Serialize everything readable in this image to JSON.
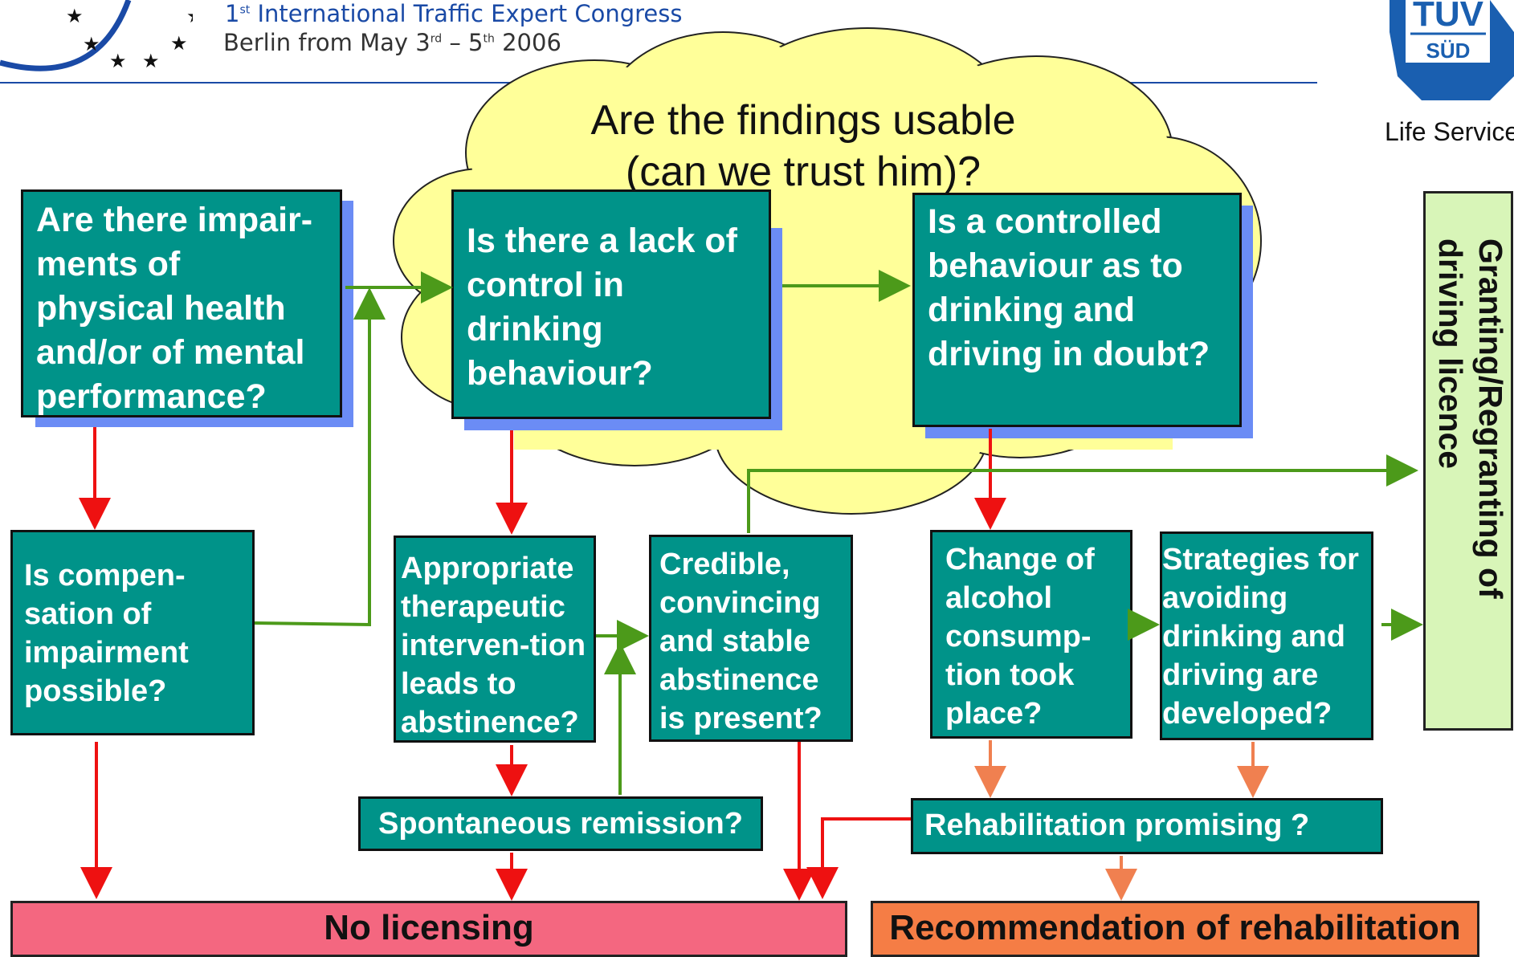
{
  "header": {
    "congress_line_prefix": "1",
    "congress_line_sup": "st",
    "congress_line_rest": " International Traffic Expert Congress",
    "date_prefix": "Berlin from May 3",
    "date_sup1": "rd",
    "date_mid": " – 5",
    "date_sup2": "th",
    "date_year": " 2006"
  },
  "logo": {
    "brand_top": "TÜV",
    "brand_bottom": "SÜD",
    "tagline": "Life Service"
  },
  "cloud": {
    "line1": "Are the findings usable",
    "line2": "(can we trust him)?"
  },
  "boxes": {
    "impairments": "Are there impair-ments of physical health and/or of mental performance?",
    "lack_control": "Is there a lack of control in drinking behaviour?",
    "controlled": "Is a controlled behaviour as to drinking and driving in doubt?",
    "compensation": "Is compen-sation of impairment possible?",
    "therapeutic": "Appropriate therapeutic interven-tion leads to abstinence?",
    "credible": "Credible, convincing and stable abstinence is present?",
    "change_alcohol": "Change of alcohol consump-tion took place?",
    "strategies": "Strategies for avoiding drinking and driving are developed?",
    "spontaneous": "Spontaneous remission?",
    "rehab_promising": "Rehabilitation promising ?"
  },
  "side_box": {
    "label": "Granting/Regranting of driving licence"
  },
  "outcomes": {
    "no_licensing": "No licensing",
    "rehab_recommendation": "Recommendation of rehabilitation"
  },
  "colors": {
    "box_fill": "#009389",
    "box_shadow": "#6b8cf5",
    "cloud": "#ffff99",
    "arrow_red": "#ee1111",
    "arrow_green": "#4c9a1a",
    "arrow_orange": "#f08050",
    "no_licensing_fill": "#f46780",
    "rehab_fill": "#f57d45",
    "side_fill": "#d8f5b8"
  }
}
